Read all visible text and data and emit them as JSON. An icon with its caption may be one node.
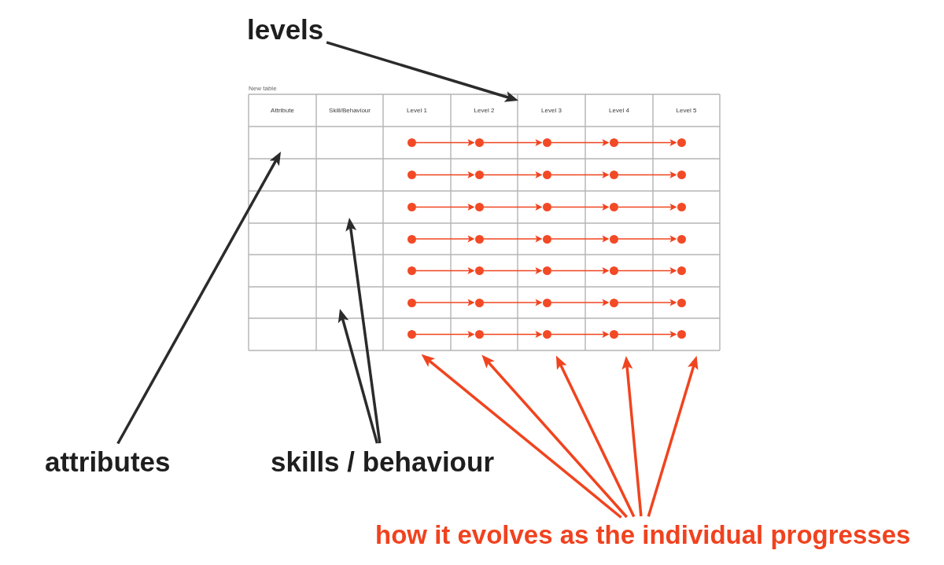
{
  "diagram": {
    "nodes": [
      {
        "text": [
          "levels"
        ]
      },
      {
        "text": [],
        "shape": "table",
        "beside": [
          "New table"
        ]
      },
      {
        "text": [],
        "shape": "circle",
        "in": 1
      },
      {
        "text": [],
        "shape": "circle",
        "in": 1
      },
      {
        "text": [],
        "shape": "circle",
        "in": 1
      },
      {
        "text": [],
        "shape": "circle",
        "in": 1
      },
      {
        "text": [],
        "shape": "circle",
        "in": 1
      },
      {
        "text": [],
        "shape": "circle",
        "in": 1
      },
      {
        "text": [],
        "shape": "circle",
        "in": 1
      },
      {
        "text": [],
        "shape": "circle",
        "in": 1
      },
      {
        "text": [],
        "shape": "circle",
        "in": 1
      },
      {
        "text": [],
        "shape": "circle",
        "in": 1
      },
      {
        "text": [],
        "shape": "circle",
        "in": 1
      },
      {
        "text": [],
        "shape": "circle",
        "in": 1
      },
      {
        "text": [],
        "shape": "circle",
        "in": 1
      },
      {
        "text": [],
        "shape": "circle",
        "in": 1
      },
      {
        "text": [],
        "shape": "circle",
        "in": 1
      },
      {
        "text": [],
        "shape": "circle",
        "in": 1
      },
      {
        "text": [],
        "shape": "circle",
        "in": 1
      },
      {
        "text": [],
        "shape": "circle",
        "in": 1
      },
      {
        "text": [],
        "shape": "circle",
        "in": 1
      },
      {
        "text": [],
        "shape": "circle",
        "in": 1
      },
      {
        "text": [],
        "shape": "circle",
        "in": 1
      },
      {
        "text": [],
        "shape": "circle",
        "in": 1
      },
      {
        "text": [],
        "shape": "circle",
        "in": 1
      },
      {
        "text": [],
        "shape": "circle",
        "in": 1
      },
      {
        "text": [],
        "shape": "circle",
        "in": 1
      },
      {
        "text": [],
        "shape": "circle",
        "in": 1
      },
      {
        "text": [],
        "shape": "circle",
        "in": 1
      },
      {
        "text": [],
        "shape": "circle",
        "in": 1
      },
      {
        "text": [],
        "shape": "circle",
        "in": 1
      },
      {
        "text": [],
        "shape": "circle",
        "in": 1
      },
      {
        "text": [],
        "shape": "circle",
        "in": 1
      },
      {
        "text": [],
        "shape": "circle",
        "in": 1
      },
      {
        "text": [],
        "shape": "circle",
        "in": 1
      },
      {
        "text": [],
        "shape": "circle",
        "in": 1
      },
      {
        "text": [],
        "shape": "circle",
        "in": 1
      },
      {
        "text": [
          "attributes"
        ]
      },
      {
        "text": [
          "skills / behaviour"
        ]
      },
      {
        "text": [
          "how it evolves as the individual progresses"
        ]
      }
    ],
    "edges": [
      {
        "from": 0,
        "to": 1,
        "arrow": "to",
        "style": "thick",
        "color": "#2b2b2b"
      },
      {
        "from": 2,
        "to": 3,
        "arrow": "to"
      },
      {
        "from": 3,
        "to": 4,
        "arrow": "to"
      },
      {
        "from": 4,
        "to": 5,
        "arrow": "to"
      },
      {
        "from": 5,
        "to": 6,
        "arrow": "to"
      },
      {
        "from": 7,
        "to": 8,
        "arrow": "to"
      },
      {
        "from": 8,
        "to": 9,
        "arrow": "to"
      },
      {
        "from": 9,
        "to": 10,
        "arrow": "to"
      },
      {
        "from": 10,
        "to": 11,
        "arrow": "to"
      },
      {
        "from": 12,
        "to": 13,
        "arrow": "to"
      },
      {
        "from": 13,
        "to": 14,
        "arrow": "to"
      },
      {
        "from": 14,
        "to": 15,
        "arrow": "to"
      },
      {
        "from": 15,
        "to": 16,
        "arrow": "to"
      },
      {
        "from": 17,
        "to": 18,
        "arrow": "to"
      },
      {
        "from": 18,
        "to": 19,
        "arrow": "to"
      },
      {
        "from": 19,
        "to": 20,
        "arrow": "to"
      },
      {
        "from": 20,
        "to": 21,
        "arrow": "to"
      },
      {
        "from": 22,
        "to": 23,
        "arrow": "to"
      },
      {
        "from": 23,
        "to": 24,
        "arrow": "to"
      },
      {
        "from": 24,
        "to": 25,
        "arrow": "to"
      },
      {
        "from": 25,
        "to": 26,
        "arrow": "to"
      },
      {
        "from": 27,
        "to": 28,
        "arrow": "to"
      },
      {
        "from": 28,
        "to": 29,
        "arrow": "to"
      },
      {
        "from": 29,
        "to": 30,
        "arrow": "to"
      },
      {
        "from": 30,
        "to": 31,
        "arrow": "to"
      },
      {
        "from": 32,
        "to": 33,
        "arrow": "to"
      },
      {
        "from": 33,
        "to": 34,
        "arrow": "to"
      },
      {
        "from": 34,
        "to": 35,
        "arrow": "to"
      },
      {
        "from": 35,
        "to": 36,
        "arrow": "to"
      },
      {
        "from": 37,
        "to": null,
        "arrow": "to",
        "style": "thick",
        "color": "#2b2b2b"
      },
      {
        "from": 38,
        "to": null,
        "arrow": "to",
        "style": "thick",
        "color": "#2b2b2b"
      },
      {
        "from": 38,
        "to": null,
        "arrow": "to",
        "style": "thick",
        "color": "#2b2b2b"
      },
      {
        "from": 39,
        "to": 1,
        "arrow": "to",
        "style": "thick"
      },
      {
        "from": 39,
        "to": 1,
        "arrow": "to",
        "style": "thick"
      },
      {
        "from": 39,
        "to": 1,
        "arrow": "to",
        "style": "thick"
      },
      {
        "from": 39,
        "to": 1,
        "arrow": "to",
        "style": "thick"
      },
      {
        "from": 39,
        "to": 1,
        "arrow": "to",
        "style": "thick"
      }
    ],
    "labels": [
      "Attribute",
      "Skill/Behaviour",
      "Level 1",
      "Level 2",
      "Level 3",
      "Level 4",
      "Level 5"
    ]
  }
}
